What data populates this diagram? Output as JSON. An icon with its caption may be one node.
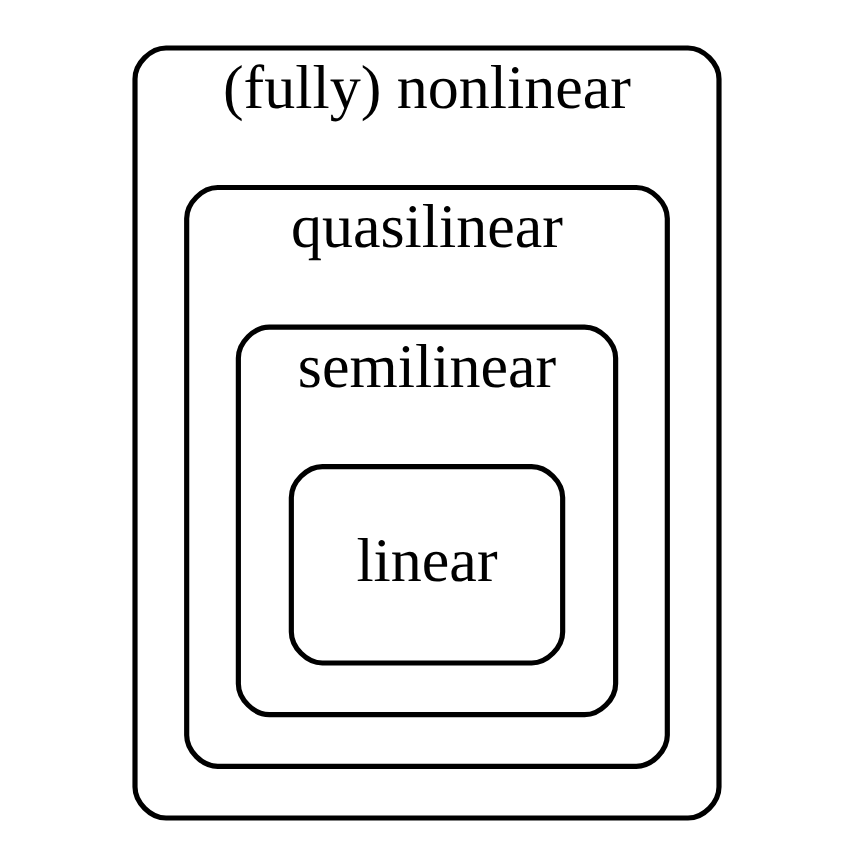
{
  "diagram": {
    "nodes": [
      {
        "text": [
          "(fully) nonlinear"
        ]
      },
      {
        "text": [
          "quasilinear"
        ],
        "in": 0
      },
      {
        "text": [
          "semilinear"
        ],
        "in": 1
      },
      {
        "text": [
          "linear"
        ],
        "in": 2
      }
    ]
  }
}
